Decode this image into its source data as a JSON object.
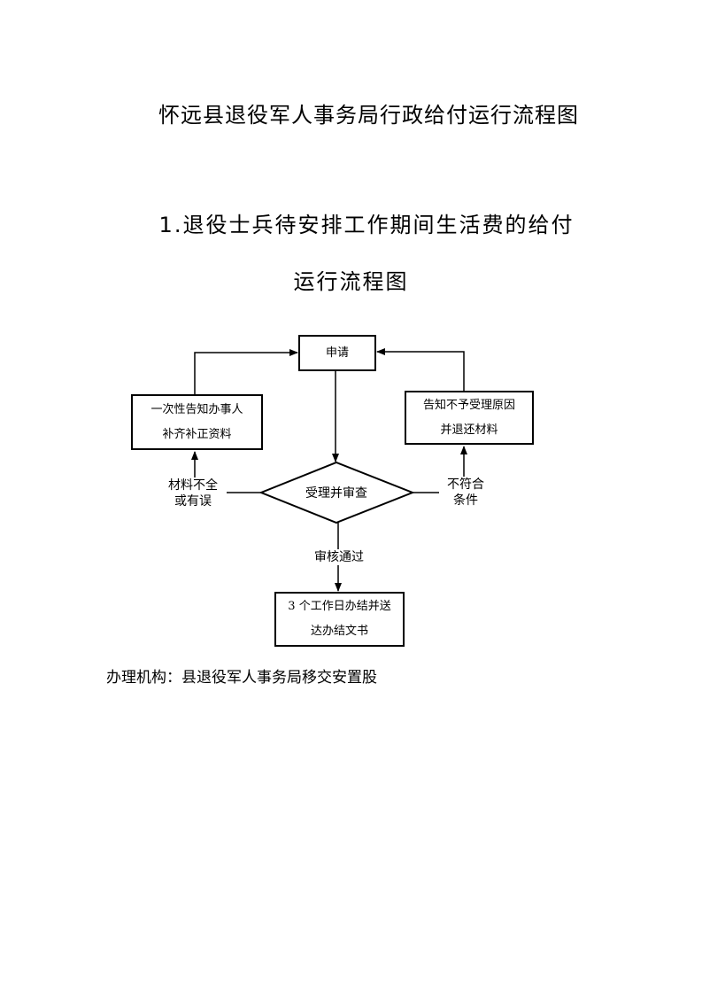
{
  "document": {
    "title": "怀远县退役军人事务局行政给付运行流程图",
    "section_title_line1": "1.退役士兵待安排工作期间生活费的给付",
    "section_title_line2": "运行流程图",
    "footer": "办理机构：县退役军人事务局移交安置股"
  },
  "flowchart": {
    "nodes": {
      "apply": "申请",
      "review": "受理并审查",
      "notify_supplement_line1": "一次性告知办事人",
      "notify_supplement_line2": "补齐补正资料",
      "notify_reject_line1": "告知不予受理原因",
      "notify_reject_line2": "并退还材料",
      "result_line1": "3 个工作日办结并送",
      "result_line2": "达办结文书"
    },
    "edges": {
      "incomplete_line1": "材料不全",
      "incomplete_line2": "或有误",
      "not_eligible_line1": "不符合",
      "not_eligible_line2": "条件",
      "approved": "审核通过"
    }
  }
}
